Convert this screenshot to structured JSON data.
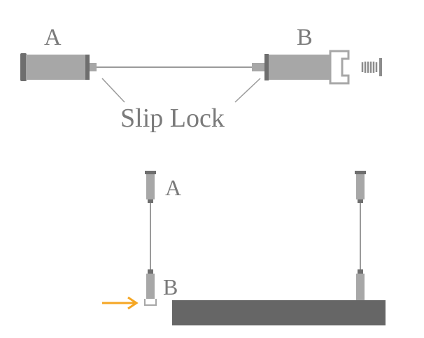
{
  "top": {
    "label_a": "A",
    "label_b": "B",
    "callout": "Slip Lock"
  },
  "bottom": {
    "label_a": "A",
    "label_b": "B"
  },
  "colors": {
    "body": "#a7a7a7",
    "dark": "#6e6e6e",
    "wire": "#9a9a9a",
    "shelf": "#666666",
    "arrow": "#f5a623",
    "text": "#7a7a7a"
  }
}
